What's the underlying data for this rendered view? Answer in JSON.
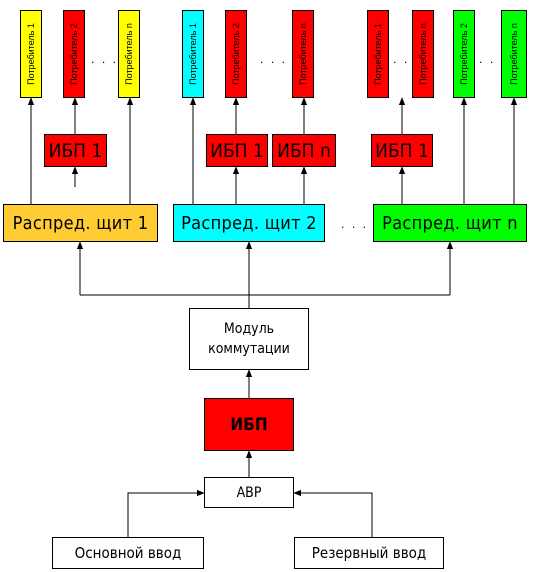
{
  "colors": {
    "yellow": "#ffff00",
    "red": "#ff0000",
    "cyan": "#00ffff",
    "green": "#00ff00",
    "dist1": "#ffcc33",
    "dist2": "#00ffff",
    "distn": "#00ff00",
    "white": "#ffffff"
  },
  "consumers": {
    "c1": "Потребитель 1",
    "c2": "Потребитель 2",
    "cn": "Потребитель n"
  },
  "ups_labels": {
    "ups1": "ИБП 1",
    "upsn": "ИБП n"
  },
  "distribution": {
    "d1": "Распред. щит 1",
    "d2": "Распред. щит 2",
    "dn": "Распред. щит n"
  },
  "ellipsis": ". . .",
  "switch_module": {
    "line1": "Модуль",
    "line2": "коммутации"
  },
  "main_ups": "ИБП",
  "ats": "АВР",
  "main_input": "Основной ввод",
  "reserve_input": "Резервный ввод"
}
